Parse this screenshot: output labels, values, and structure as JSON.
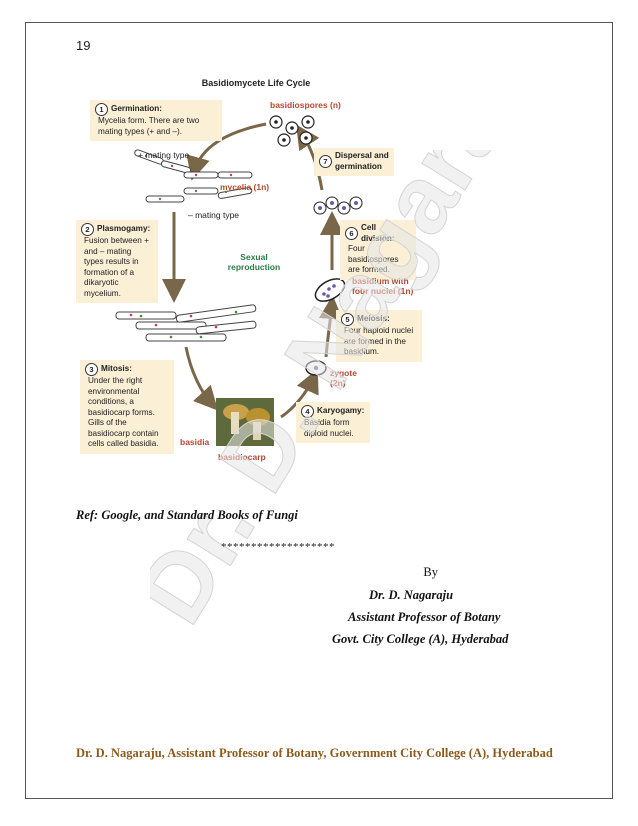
{
  "page_number": "19",
  "diagram": {
    "title": "Basidiomycete Life Cycle",
    "center_label": "Sexual reproduction",
    "steps": [
      {
        "num": "1",
        "title": "Germination:",
        "body": "Mycelia form. There are two mating types (+ and –)."
      },
      {
        "num": "2",
        "title": "Plasmogamy:",
        "body": "Fusion between + and – mating types results in formation of a dikaryotic mycelium."
      },
      {
        "num": "3",
        "title": "Mitosis:",
        "body": "Under the right environmental conditions, a basidiocarp forms. Gills of the basidiocarp contain cells called basidia."
      },
      {
        "num": "4",
        "title": "Karyogamy:",
        "body": "Basidia form diploid nuclei."
      },
      {
        "num": "5",
        "title": "Meiosis:",
        "body": "Four haploid nuclei are formed in the basidium."
      },
      {
        "num": "6",
        "title": "Cell division:",
        "body": "Four basidiospores are formed."
      },
      {
        "num": "7",
        "title": "Dispersal and germination",
        "body": ""
      }
    ],
    "labels": {
      "basidiospores": "basidiospores (n)",
      "plus_mating": "+ mating type",
      "minus_mating": "– mating type",
      "mycelia": "mycelia (1n)",
      "basidium_four": "basidium with four nuclei (1n)",
      "zygote": "zygote (2n)",
      "basidia": "basidia",
      "basidiocarp": "basidiocarp"
    }
  },
  "reference": "Ref: Google, and Standard Books of Fungi",
  "separator": "*******************",
  "signature": {
    "by": "By",
    "name": "Dr. D. Nagaraju",
    "position": "Assistant Professor of Botany",
    "college": "Govt. City College (A), Hyderabad"
  },
  "footer": "Dr. D. Nagaraju, Assistant Professor of Botany, Government City College (A), Hyderabad",
  "watermark": "Dr. D. Nagaraju",
  "colors": {
    "label_red": "#b5472e",
    "label_green": "#2a7a45",
    "box_fill": "#fbefd6",
    "footer": "#8b5a1b"
  }
}
